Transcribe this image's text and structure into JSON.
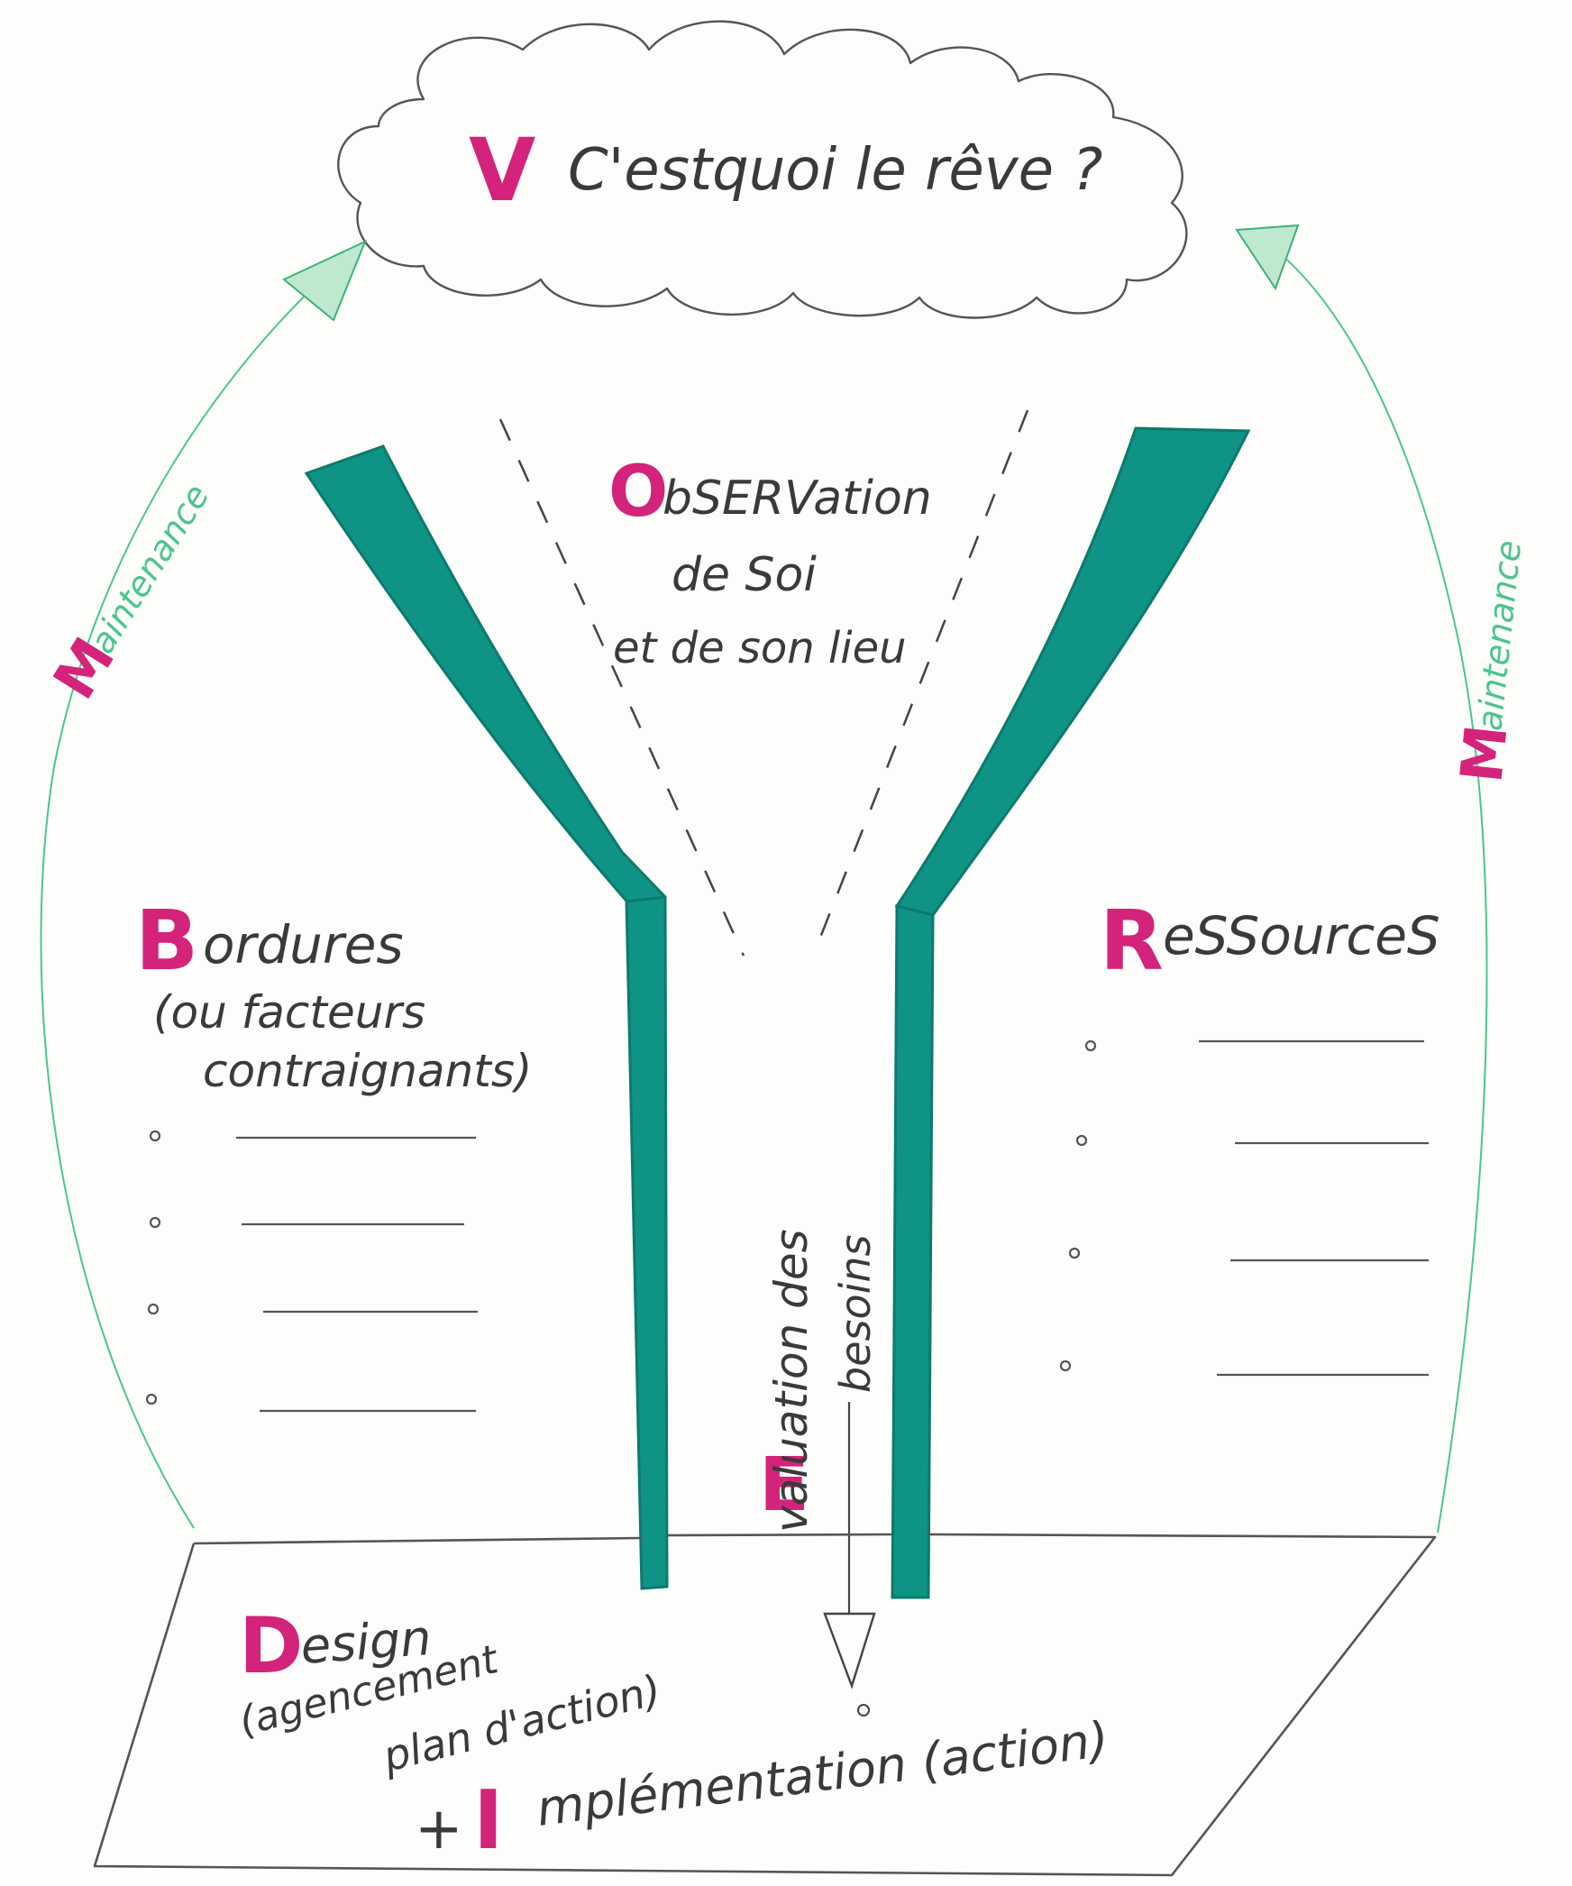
{
  "colors": {
    "ink": "#3a3a3a",
    "pink": "#d4237a",
    "teal": "#0f9384",
    "green": "#4cc58c",
    "paper": "#fdfdfb"
  },
  "cloud": {
    "letter": "V",
    "text": "C'estquoi le rêve ?"
  },
  "observation": {
    "letter": "O",
    "line1": "bSERVation",
    "line2": "de Soi",
    "line3": "et de son lieu"
  },
  "maintenance_left": {
    "letter": "M",
    "text": "aintenance"
  },
  "maintenance_right": {
    "letter": "M",
    "text": "aintenance"
  },
  "bordures": {
    "letter": "B",
    "title": "ordures",
    "line1": "(ou facteurs",
    "line2": "contraignants)"
  },
  "ressources": {
    "letter": "R",
    "title": "eSSourceS"
  },
  "evaluation": {
    "letter": "E",
    "text": "valuation des",
    "text2": "besoins"
  },
  "design": {
    "letter": "D",
    "title": "esign",
    "line1": "(agencement",
    "line2": "plan d'action)"
  },
  "implementation": {
    "plus": "+",
    "letter": "I",
    "text": "mplémentation (action)"
  }
}
